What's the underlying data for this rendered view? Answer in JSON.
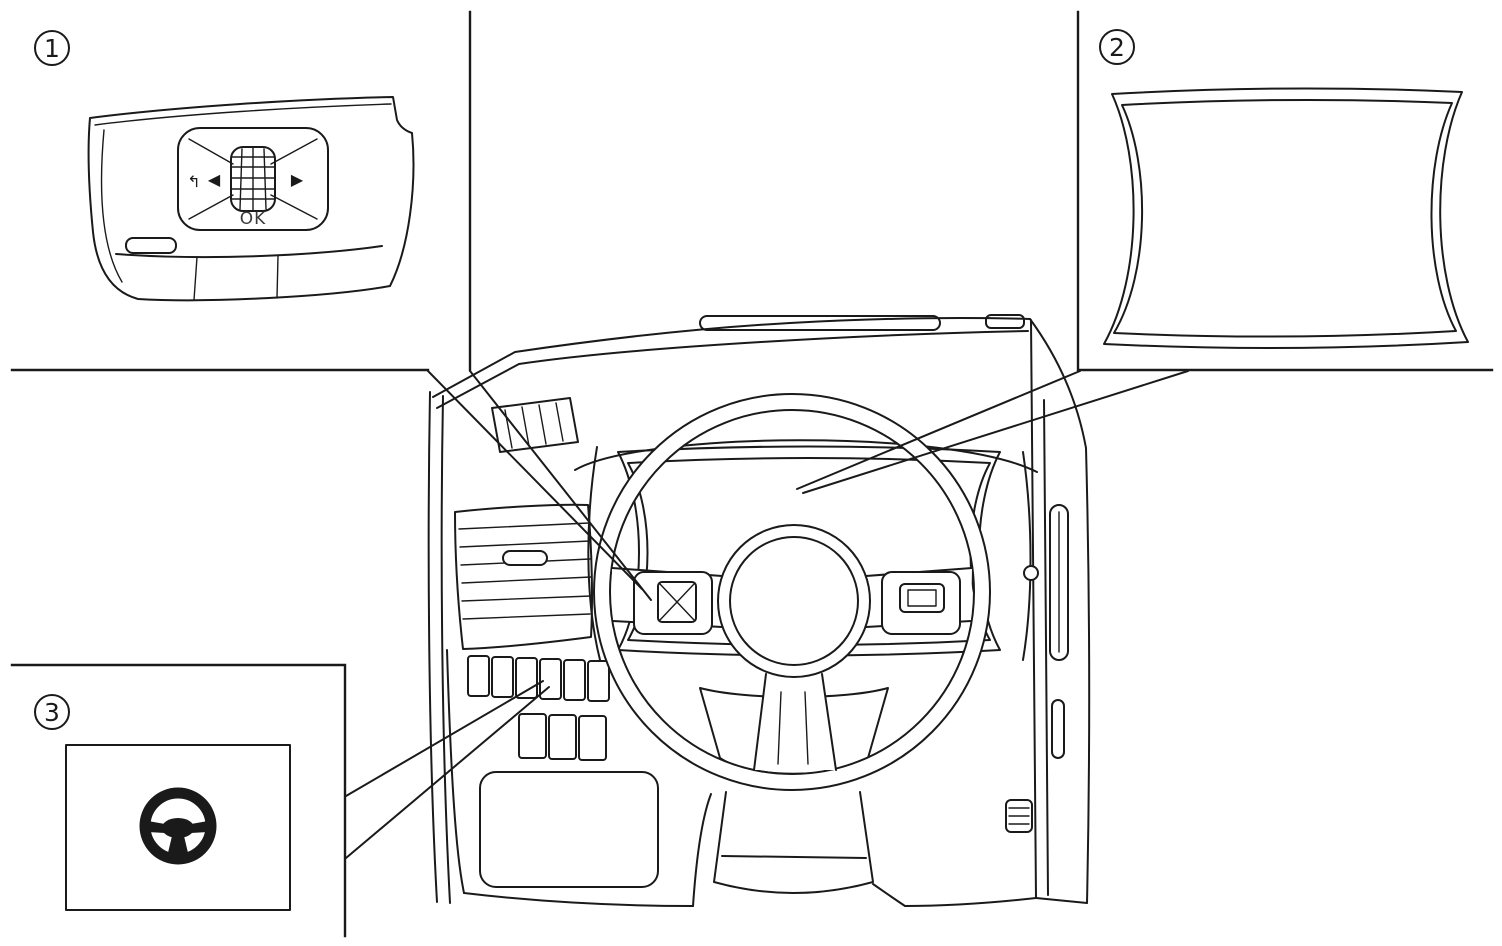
{
  "figure": {
    "background": "#ffffff",
    "line_color": "#1a1a1a"
  },
  "callout_1": {
    "number": "1",
    "ok_label": "OK",
    "icons": {
      "return_arrow": "↰",
      "left_arrow": "◀",
      "right_arrow": "▶",
      "scroll_dial": "scroll-dial-icon"
    }
  },
  "callout_2": {
    "number": "2",
    "icons": {
      "display": "instrument-display-icon"
    }
  },
  "callout_3": {
    "number": "3",
    "icons": {
      "steering_wheel": "steering-wheel-icon"
    }
  }
}
